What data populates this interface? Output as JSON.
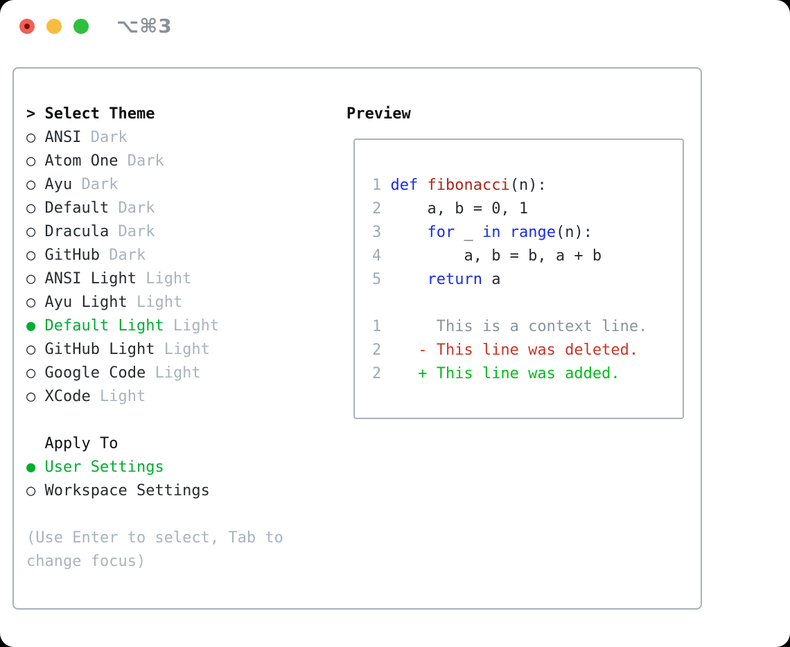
{
  "window": {
    "title": "⌥⌘3",
    "controls": [
      "close",
      "minimize",
      "zoom"
    ]
  },
  "colors": {
    "page_bg": "#000000",
    "window_bg": "#ffffff",
    "panel_border": "#a9b1bb",
    "text_dark": "#262b30",
    "text_black": "#0d0f11",
    "text_gray": "#a9b3bf",
    "accent_green": "#00ad33",
    "keyword_blue": "#1b2bec",
    "function_red": "#b0241c",
    "diff_del_red": "#cd3423",
    "diff_add_green": "#00bd18",
    "context_gray": "#8c949c",
    "lineno_gray": "#9ea9b6",
    "title_gray": "#8b9198",
    "light_close": "#f15f55",
    "light_close_dot": "#7a1208",
    "light_min": "#f8bd40",
    "light_zoom": "#2ec03c"
  },
  "theme_panel": {
    "caret": ">",
    "header": "Select Theme",
    "radio_unselected_glyph": "○",
    "radio_selected_glyph": "●",
    "themes": [
      {
        "name": "ANSI",
        "variant": "Dark",
        "selected": false
      },
      {
        "name": "Atom One",
        "variant": "Dark",
        "selected": false
      },
      {
        "name": "Ayu",
        "variant": "Dark",
        "selected": false
      },
      {
        "name": "Default",
        "variant": "Dark",
        "selected": false
      },
      {
        "name": "Dracula",
        "variant": "Dark",
        "selected": false
      },
      {
        "name": "GitHub",
        "variant": "Dark",
        "selected": false
      },
      {
        "name": "ANSI Light",
        "variant": "Light",
        "selected": false
      },
      {
        "name": "Ayu Light",
        "variant": "Light",
        "selected": false
      },
      {
        "name": "Default Light",
        "variant": "Light",
        "selected": true
      },
      {
        "name": "GitHub Light",
        "variant": "Light",
        "selected": false
      },
      {
        "name": "Google Code",
        "variant": "Light",
        "selected": false
      },
      {
        "name": "XCode",
        "variant": "Light",
        "selected": false
      }
    ],
    "apply_to": {
      "header": "Apply To",
      "options": [
        {
          "label": "User Settings",
          "selected": true
        },
        {
          "label": "Workspace Settings",
          "selected": false
        }
      ]
    },
    "hint_lines": [
      "(Use Enter to select, Tab to",
      "change focus)"
    ]
  },
  "preview": {
    "header": "Preview",
    "lines": [
      {
        "num": "1",
        "segs": [
          [
            "plain",
            " "
          ],
          [
            "kw",
            "def"
          ],
          [
            "plain",
            " "
          ],
          [
            "fn",
            "fibonacci"
          ],
          [
            "plain",
            "(n):"
          ]
        ]
      },
      {
        "num": "2",
        "segs": [
          [
            "plain",
            "     a, b = 0, 1"
          ]
        ]
      },
      {
        "num": "3",
        "segs": [
          [
            "plain",
            "     "
          ],
          [
            "kw",
            "for"
          ],
          [
            "plain",
            " _ "
          ],
          [
            "kw",
            "in"
          ],
          [
            "plain",
            " "
          ],
          [
            "kw",
            "range"
          ],
          [
            "plain",
            "(n):"
          ]
        ]
      },
      {
        "num": "4",
        "segs": [
          [
            "plain",
            "         a, b = b, a + b"
          ]
        ]
      },
      {
        "num": "5",
        "segs": [
          [
            "plain",
            "     "
          ],
          [
            "kw",
            "return"
          ],
          [
            "plain",
            " a"
          ]
        ]
      },
      {
        "num": "",
        "segs": []
      },
      {
        "num": "1",
        "segs": [
          [
            "ctx",
            "      This is a context line."
          ]
        ]
      },
      {
        "num": "2",
        "segs": [
          [
            "del",
            "    - This line was deleted."
          ]
        ]
      },
      {
        "num": "2",
        "segs": [
          [
            "add",
            "    + This line was added."
          ]
        ]
      }
    ]
  }
}
